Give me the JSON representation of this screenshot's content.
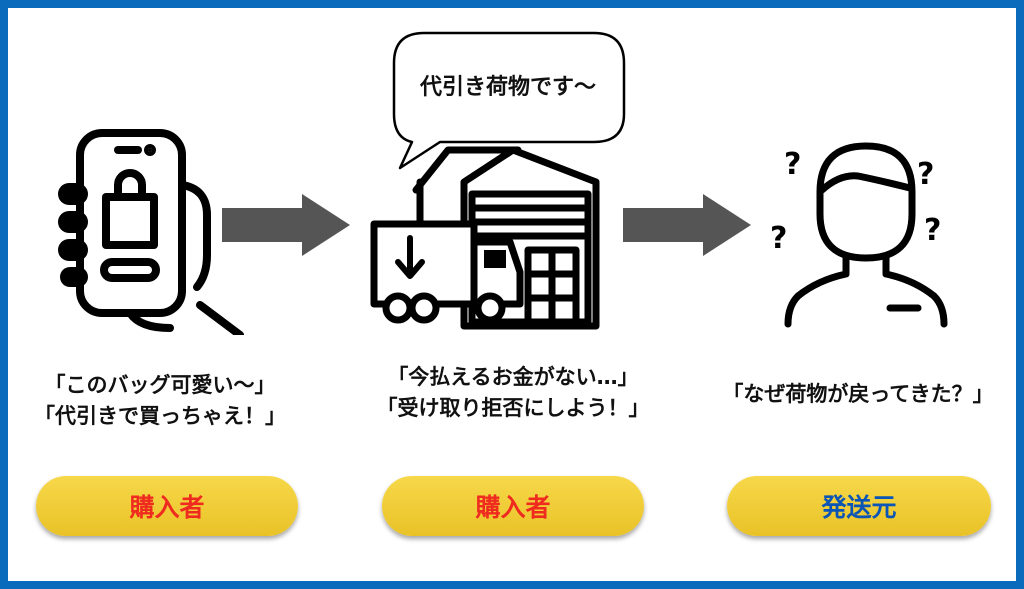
{
  "steps": [
    {
      "caption_line1": "「このバッグ可愛い〜」",
      "caption_line2": "「代引きで買っちゃえ！」",
      "role_label": "購入者",
      "role_color": "#ef2b20"
    },
    {
      "bubble": "代引き荷物です〜",
      "caption_line1": "「今払えるお金がない…」",
      "caption_line2": "「受け取り拒否にしよう！」",
      "role_label": "購入者",
      "role_color": "#ef2b20"
    },
    {
      "caption_line1": "「なぜ荷物が戻ってきた？」",
      "role_label": "発送元",
      "role_color": "#0a55b5"
    }
  ],
  "colors": {
    "frame": "#0a6bbd",
    "arrow": "#555555",
    "pill": "#f2cf3a"
  },
  "icons": [
    "smartphone-shopping-icon",
    "delivery-truck-warehouse-icon",
    "confused-person-icon"
  ]
}
